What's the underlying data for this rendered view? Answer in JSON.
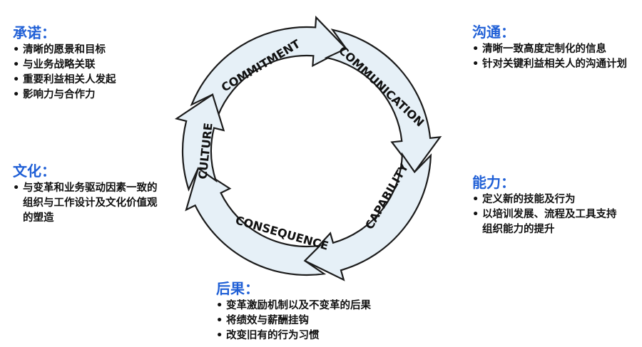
{
  "cycle": {
    "segments": [
      {
        "label": "COMMITMENT"
      },
      {
        "label": "COMMUNICATION"
      },
      {
        "label": "CAPABILITY"
      },
      {
        "label": "CONSEQUENCE"
      },
      {
        "label": "CULTURE"
      }
    ]
  },
  "panels": {
    "commitment": {
      "title": "承诺：",
      "items": [
        "清晰的愿景和目标",
        "与业务战略关联",
        "重要利益相关人发起",
        "影响力与合作力"
      ]
    },
    "communication": {
      "title": "沟通：",
      "items": [
        "清晰一致高度定制化的信息",
        "针对关键利益相关人的沟通计划"
      ]
    },
    "culture": {
      "title": "文化：",
      "items": [
        "与变革和业务驱动因素一致的组织与工作设计及文化价值观的塑造"
      ]
    },
    "capability": {
      "title": "能力：",
      "items": [
        "定义新的技能及行为",
        "以培训发展、流程及工具支持组织能力的提升"
      ]
    },
    "consequence": {
      "title": "后果：",
      "items": [
        "变革激励机制以及不变革的后果",
        "将绩效与薪酬挂钩",
        "改变旧有的行为习惯"
      ]
    }
  },
  "colors": {
    "title_blue": "#1f5fd6",
    "arrow_fill": "#e6f0f7",
    "arrow_stroke": "#1c1c1c"
  }
}
